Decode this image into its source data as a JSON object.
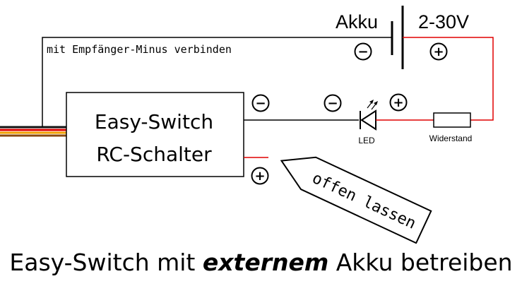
{
  "battery": {
    "label": "Akku",
    "voltage": "2-30V",
    "minus_symbol": "−",
    "plus_symbol": "+"
  },
  "wire_note": "mit Empfänger-Minus verbinden",
  "switch_box": {
    "line1": "Easy-Switch",
    "line2": "RC-Schalter"
  },
  "terminals": {
    "minus_symbol": "−",
    "plus_symbol": "+"
  },
  "led": {
    "label": "LED",
    "minus_symbol": "−",
    "plus_symbol": "+"
  },
  "resistor": {
    "label": "Widerstand"
  },
  "tag": {
    "text": "offen lassen"
  },
  "caption": {
    "before": "Easy-Switch mit ",
    "emphasis": "externem",
    "after": " Akku betreiben"
  },
  "colors": {
    "wire_black": "#000000",
    "wire_red": "#e00000",
    "servo_cable": [
      "#111111",
      "#e00000",
      "#f0a000",
      "#8a4a10"
    ]
  }
}
